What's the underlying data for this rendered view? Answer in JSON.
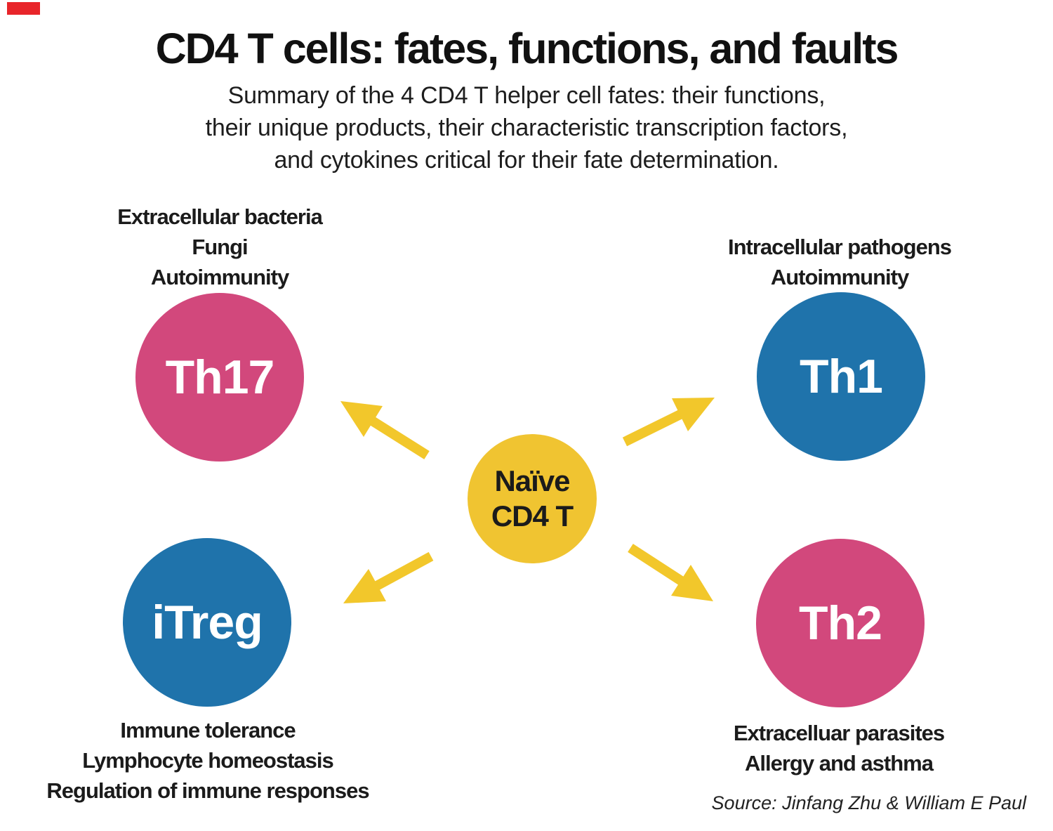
{
  "figure": {
    "title": "CD4 T cells: fates, functions, and faults",
    "subtitle_lines": [
      "Summary of the 4 CD4 T helper cell fates: their functions,",
      "their unique products, their characteristic transcription factors,",
      "and cytokines critical for their fate determination."
    ],
    "source": "Source: Jinfang Zhu & William E Paul"
  },
  "center_node": {
    "lines": [
      "Naïve",
      "CD4 T"
    ],
    "color": "#f0c431"
  },
  "nodes": {
    "th17": {
      "label": "Th17",
      "color": "#d2487c",
      "annotation_lines": [
        "Extracellular bacteria",
        "Fungi",
        "Autoimmunity"
      ]
    },
    "th1": {
      "label": "Th1",
      "color": "#1f73ab",
      "annotation_lines": [
        "Intracellular pathogens",
        "Autoimmunity"
      ]
    },
    "itreg": {
      "label": "iTreg",
      "color": "#1f73ab",
      "annotation_lines": [
        "Immune tolerance",
        "Lymphocyte homeostasis",
        "Regulation of immune responses"
      ]
    },
    "th2": {
      "label": "Th2",
      "color": "#d2487c",
      "annotation_lines": [
        "Extracelluar parasites",
        "Allergy and asthma"
      ]
    }
  },
  "arrows": {
    "color": "#f2c72b"
  },
  "decoration": {
    "corner_marker_color": "#e8252a"
  }
}
